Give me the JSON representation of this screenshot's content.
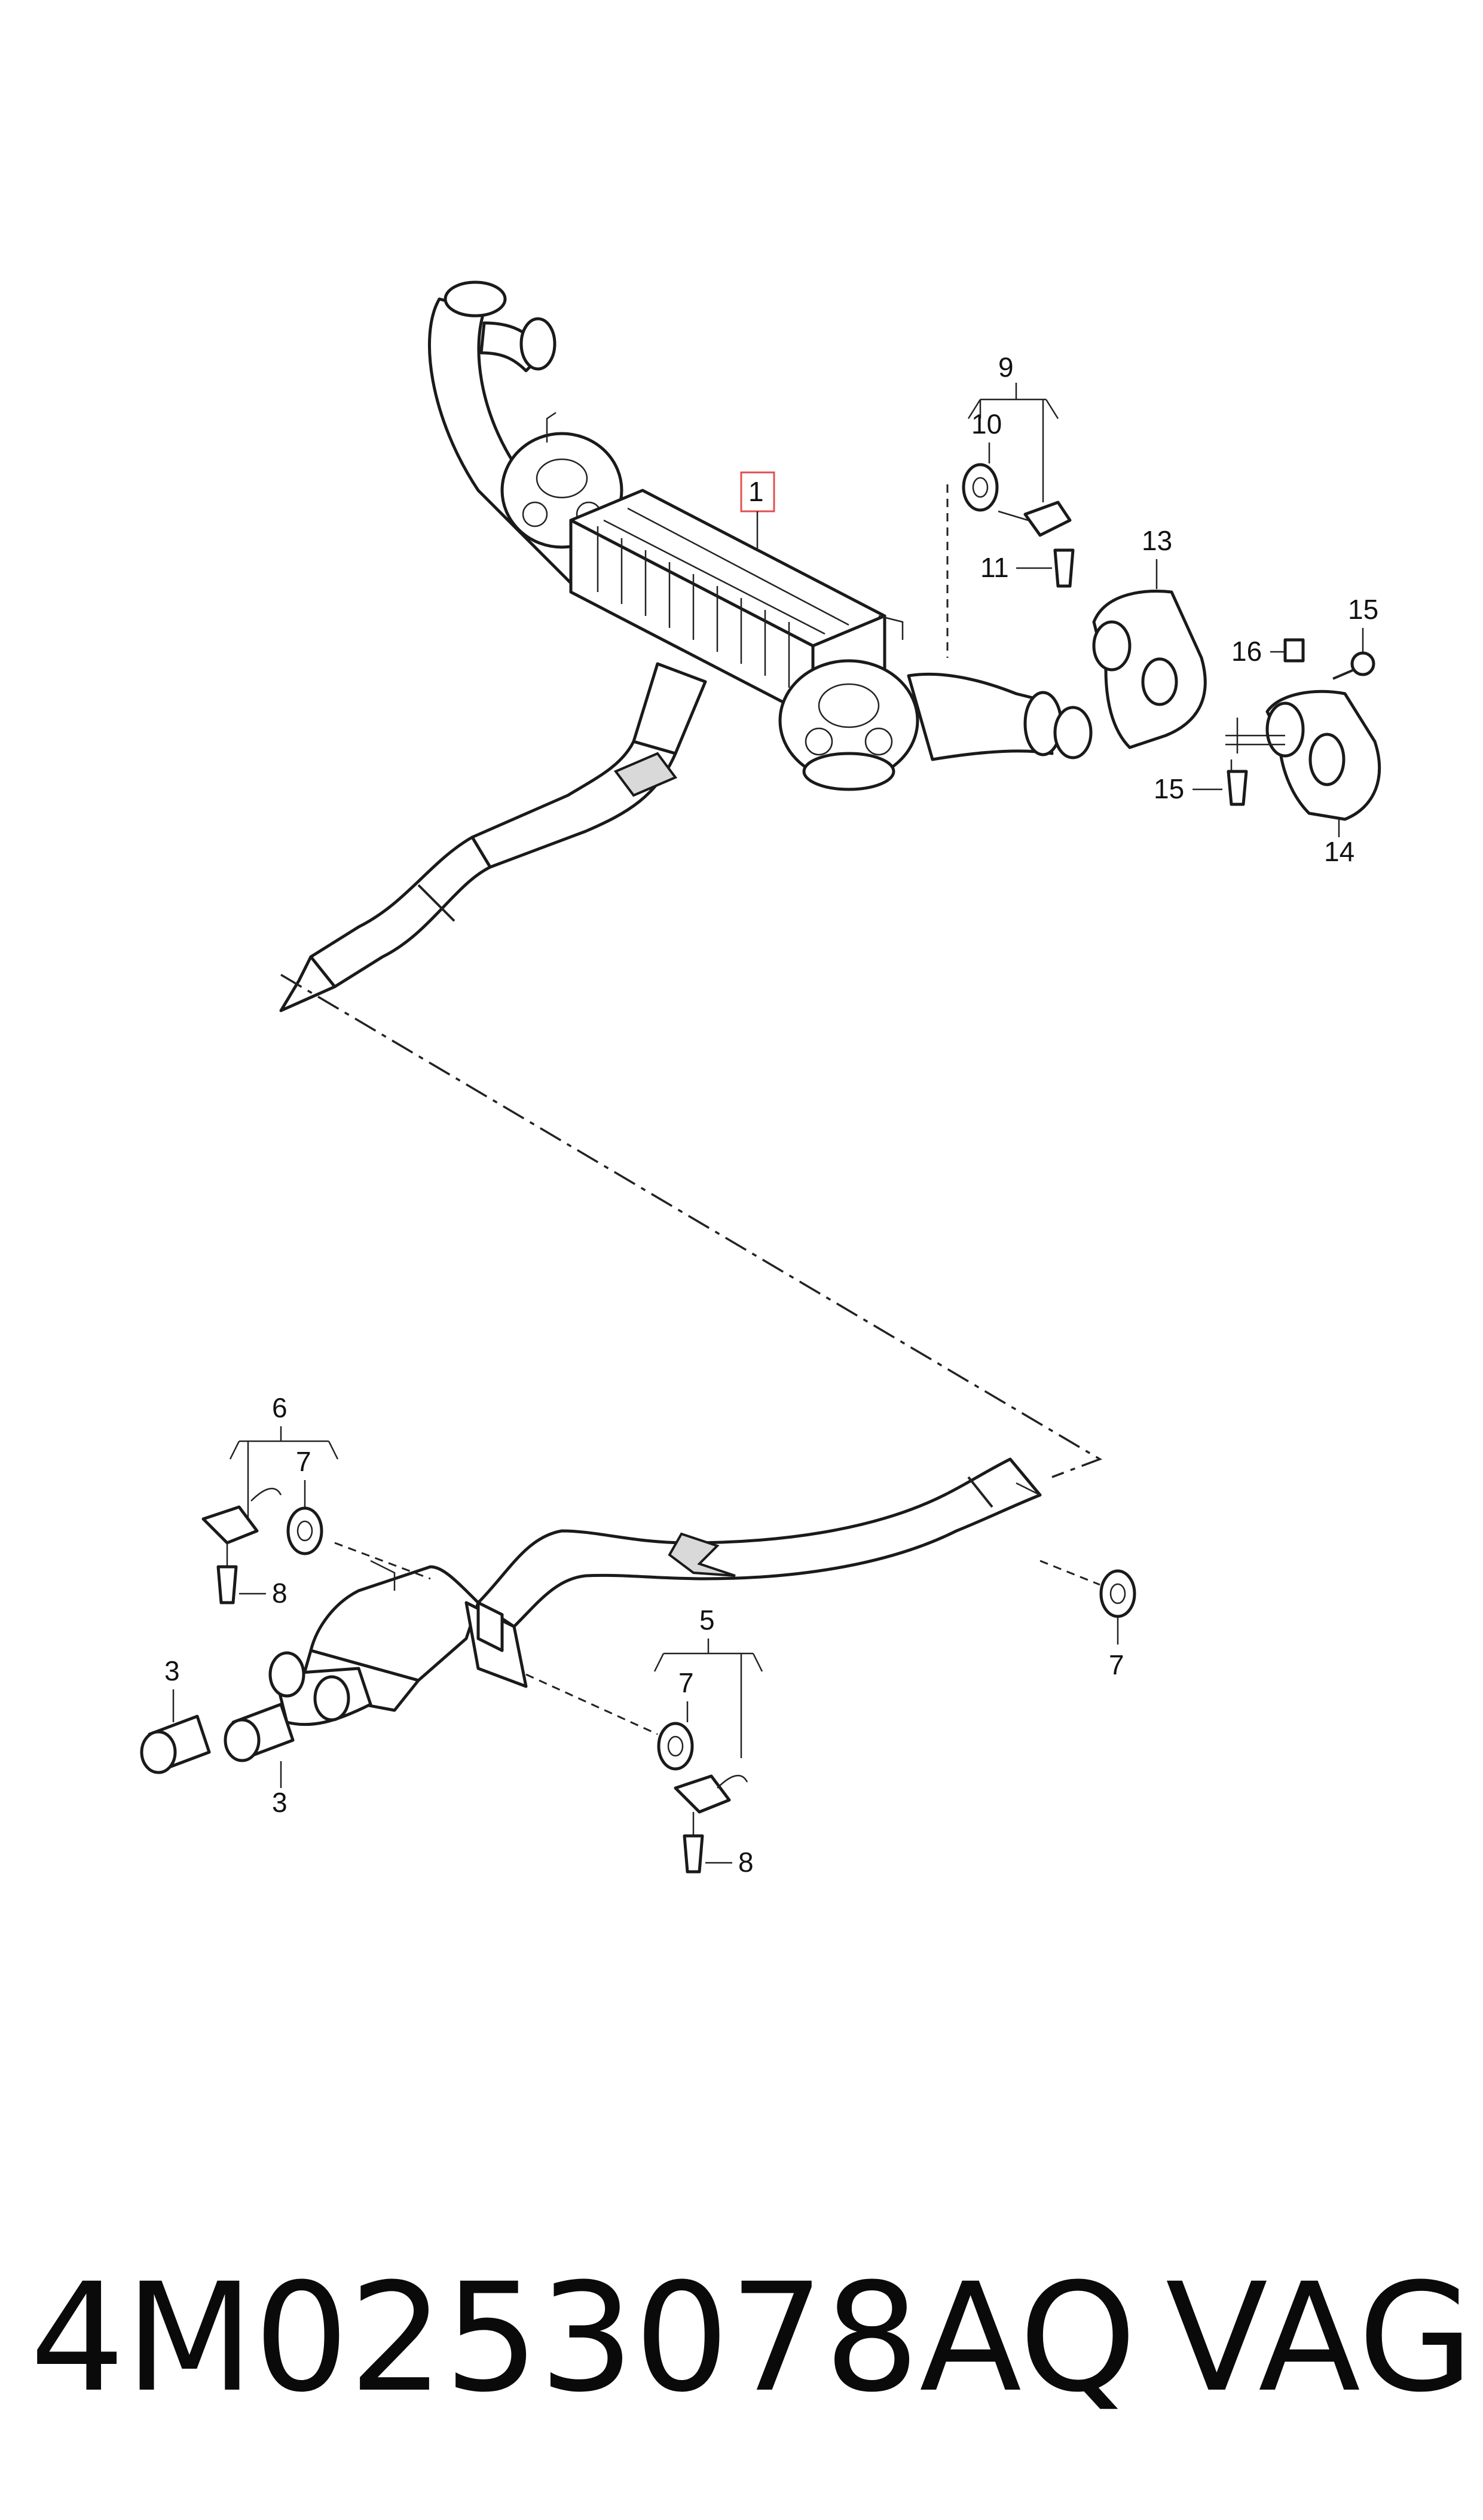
{
  "callouts": {
    "c1": "1",
    "c3a": "3",
    "c3b": "3",
    "c5": "5",
    "c6": "6",
    "c7a": "7",
    "c7b": "7",
    "c7c": "7",
    "c8a": "8",
    "c8b": "8",
    "c9": "9",
    "c10": "10",
    "c11": "11",
    "c13": "13",
    "c14": "14",
    "c15a": "15",
    "c15b": "15",
    "c16": "16"
  },
  "footer": {
    "part_number": "4M0253078AQ",
    "brand": "VAG"
  },
  "colors": {
    "highlight_box": "#e05050",
    "line": "#222222",
    "shade": "#d9d9d9"
  }
}
